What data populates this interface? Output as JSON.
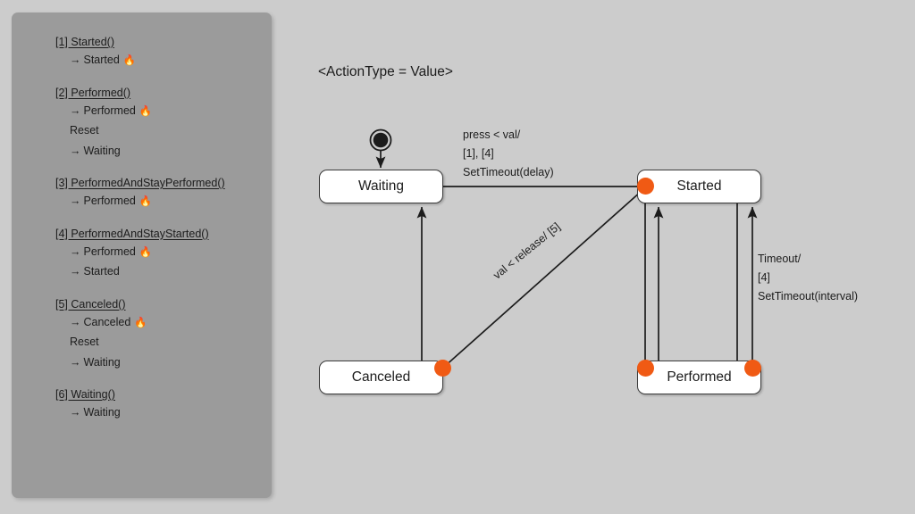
{
  "sidebar": {
    "groups": [
      {
        "title": "[1] Started()",
        "lines": [
          {
            "arrow": "→",
            "text": "Started",
            "fire": "🔥"
          }
        ]
      },
      {
        "title": "[2] Performed()",
        "lines": [
          {
            "arrow": "→",
            "text": "Performed",
            "fire": "🔥"
          },
          {
            "arrow": "",
            "text": "Reset",
            "fire": ""
          },
          {
            "arrow": "→",
            "text": "Waiting",
            "fire": ""
          }
        ]
      },
      {
        "title": "[3] PerformedAndStayPerformed()",
        "lines": [
          {
            "arrow": "→",
            "text": "Performed",
            "fire": "🔥"
          }
        ]
      },
      {
        "title": "[4] PerformedAndStayStarted()",
        "lines": [
          {
            "arrow": "→",
            "text": "Performed",
            "fire": "🔥"
          },
          {
            "arrow": "→",
            "text": "Started",
            "fire": ""
          }
        ]
      },
      {
        "title": "[5] Canceled()",
        "lines": [
          {
            "arrow": "→",
            "text": "Canceled",
            "fire": "🔥"
          },
          {
            "arrow": "",
            "text": "Reset",
            "fire": ""
          },
          {
            "arrow": "→",
            "text": "Waiting",
            "fire": ""
          }
        ]
      },
      {
        "title": "[6] Waiting()",
        "lines": [
          {
            "arrow": "→",
            "text": "Waiting",
            "fire": ""
          }
        ]
      }
    ]
  },
  "diagram": {
    "title": "<ActionType = Value>",
    "states": {
      "waiting": "Waiting",
      "started": "Started",
      "canceled": "Canceled",
      "performed": "Performed"
    },
    "transitions": {
      "waiting_to_started": "press < val/\n[1], [4]\nSetTimeout(delay)",
      "waiting_to_started_l1": "press < val/",
      "waiting_to_started_l2": "[1], [4]",
      "waiting_to_started_l3": "SetTimeout(delay)",
      "performed_to_started_l1": "Timeout/",
      "performed_to_started_l2": "[4]",
      "performed_to_started_l3": "SetTimeout(interval)",
      "canceled_to_started": "val < release/ [5]"
    },
    "colors": {
      "background": "#cccccc",
      "sidebar": "#9b9b9b",
      "state_fill": "#ffffff",
      "state_stroke": "#3b3b3b",
      "connection_dot": "#f05a14",
      "text": "#1c1c1c"
    }
  }
}
